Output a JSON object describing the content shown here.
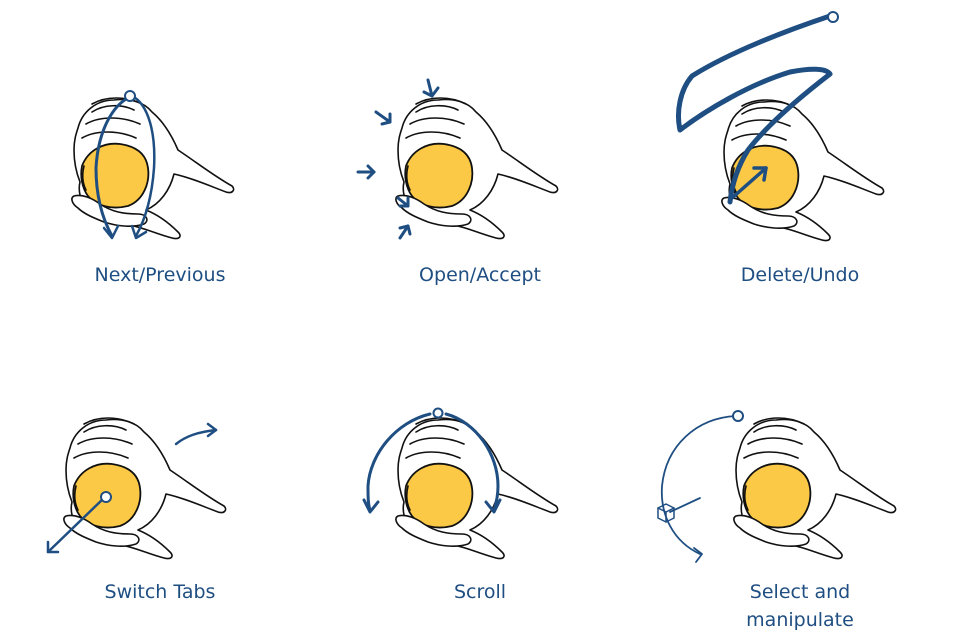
{
  "gestures": [
    {
      "id": "next-previous",
      "label": "Next/Previous"
    },
    {
      "id": "open-accept",
      "label": "Open/Accept"
    },
    {
      "id": "delete-undo",
      "label": "Delete/Undo"
    },
    {
      "id": "switch-tabs",
      "label": "Switch Tabs"
    },
    {
      "id": "scroll",
      "label": "Scroll"
    },
    {
      "id": "select-manipulate",
      "label": "Select and\nmanipulate"
    }
  ],
  "colors": {
    "gesture": "#1f4e82",
    "ball": "#fcc946",
    "outline": "#111111",
    "guide": "#9a9a9a"
  },
  "icons": [
    "hand-holding-ball-illustration",
    "gesture-arrow-icon",
    "start-point-circle-icon",
    "cube-icon"
  ]
}
